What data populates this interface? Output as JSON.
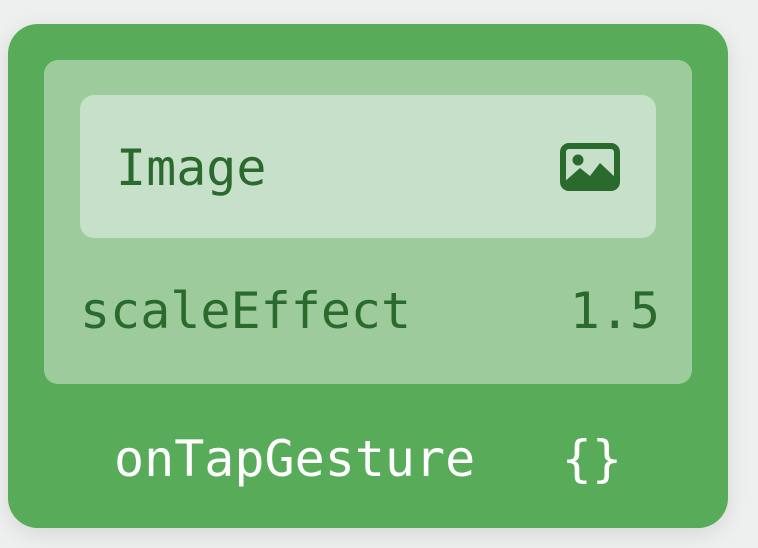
{
  "modifier_stack": {
    "view": {
      "name": "Image",
      "icon": "photo-icon"
    },
    "scale_modifier": {
      "name": "scaleEffect",
      "value": "1.5"
    },
    "gesture_modifier": {
      "name": "onTapGesture",
      "value": "{}"
    }
  },
  "colors": {
    "outer_green": "#58ab58",
    "middle_green": "#9ecb9b",
    "inner_green": "#c6e0c9",
    "dark_text": "#2a6a2c",
    "light_text": "#ffffff",
    "background": "#eef0ef"
  }
}
